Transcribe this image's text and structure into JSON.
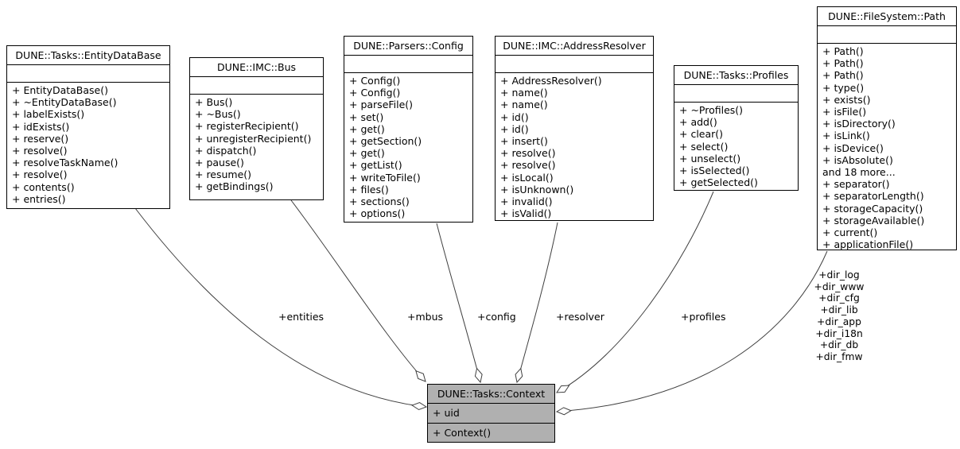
{
  "diagram": {
    "kind": "uml-collaboration-diagram",
    "colors": {
      "node_fill": "#ffffff",
      "context_node_fill": "#b0b0b0",
      "border": "#000000",
      "edge": "#404040",
      "text": "#000000"
    }
  },
  "classes": [
    {
      "name": "DUNE::Tasks::EntityDataBase",
      "attributes": [],
      "methods": [
        "+ EntityDataBase()",
        "+ ~EntityDataBase()",
        "+ labelExists()",
        "+ idExists()",
        "+ reserve()",
        "+ resolve()",
        "+ resolveTaskName()",
        "+ resolve()",
        "+ contents()",
        "+ entries()"
      ]
    },
    {
      "name": "DUNE::IMC::Bus",
      "attributes": [],
      "methods": [
        "+ Bus()",
        "+ ~Bus()",
        "+ registerRecipient()",
        "+ unregisterRecipient()",
        "+ dispatch()",
        "+ pause()",
        "+ resume()",
        "+ getBindings()"
      ]
    },
    {
      "name": "DUNE::Parsers::Config",
      "attributes": [],
      "methods": [
        "+ Config()",
        "+ Config()",
        "+ parseFile()",
        "+ set()",
        "+ get()",
        "+ getSection()",
        "+ get()",
        "+ getList()",
        "+ writeToFile()",
        "+ files()",
        "+ sections()",
        "+ options()"
      ]
    },
    {
      "name": "DUNE::IMC::AddressResolver",
      "attributes": [],
      "methods": [
        "+ AddressResolver()",
        "+ name()",
        "+ name()",
        "+ id()",
        "+ id()",
        "+ insert()",
        "+ resolve()",
        "+ resolve()",
        "+ isLocal()",
        "+ isUnknown()",
        "+ invalid()",
        "+ isValid()"
      ]
    },
    {
      "name": "DUNE::Tasks::Profiles",
      "attributes": [],
      "methods": [
        "+ ~Profiles()",
        "+ add()",
        "+ clear()",
        "+ select()",
        "+ unselect()",
        "+ isSelected()",
        "+ getSelected()"
      ]
    },
    {
      "name": "DUNE::FileSystem::Path",
      "attributes": [],
      "methods": [
        "+ Path()",
        "+ Path()",
        "+ Path()",
        "+ type()",
        "+ exists()",
        "+ isFile()",
        "+ isDirectory()",
        "+ isLink()",
        "+ isDevice()",
        "+ isAbsolute()",
        "and 18 more...",
        "+ separator()",
        "+ separatorLength()",
        "+ storageCapacity()",
        "+ storageAvailable()",
        "+ current()",
        "+ applicationFile()"
      ]
    },
    {
      "name": "DUNE::Tasks::Context",
      "attributes": [
        "+ uid"
      ],
      "methods": [
        "+ Context()"
      ]
    }
  ],
  "edges": [
    {
      "type": "aggregation",
      "label": "+entities",
      "from": "DUNE::Tasks::EntityDataBase",
      "to": "DUNE::Tasks::Context"
    },
    {
      "type": "aggregation",
      "label": "+mbus",
      "from": "DUNE::IMC::Bus",
      "to": "DUNE::Tasks::Context"
    },
    {
      "type": "aggregation",
      "label": "+config",
      "from": "DUNE::Parsers::Config",
      "to": "DUNE::Tasks::Context"
    },
    {
      "type": "aggregation",
      "label": "+resolver",
      "from": "DUNE::IMC::AddressResolver",
      "to": "DUNE::Tasks::Context"
    },
    {
      "type": "aggregation",
      "label": "+profiles",
      "from": "DUNE::Tasks::Profiles",
      "to": "DUNE::Tasks::Context"
    },
    {
      "type": "aggregation",
      "label_lines": [
        "+dir_log",
        "+dir_www",
        "+dir_cfg",
        "+dir_lib",
        "+dir_app",
        "+dir_i18n",
        "+dir_db",
        "+dir_fmw"
      ],
      "from": "DUNE::FileSystem::Path",
      "to": "DUNE::Tasks::Context"
    }
  ]
}
